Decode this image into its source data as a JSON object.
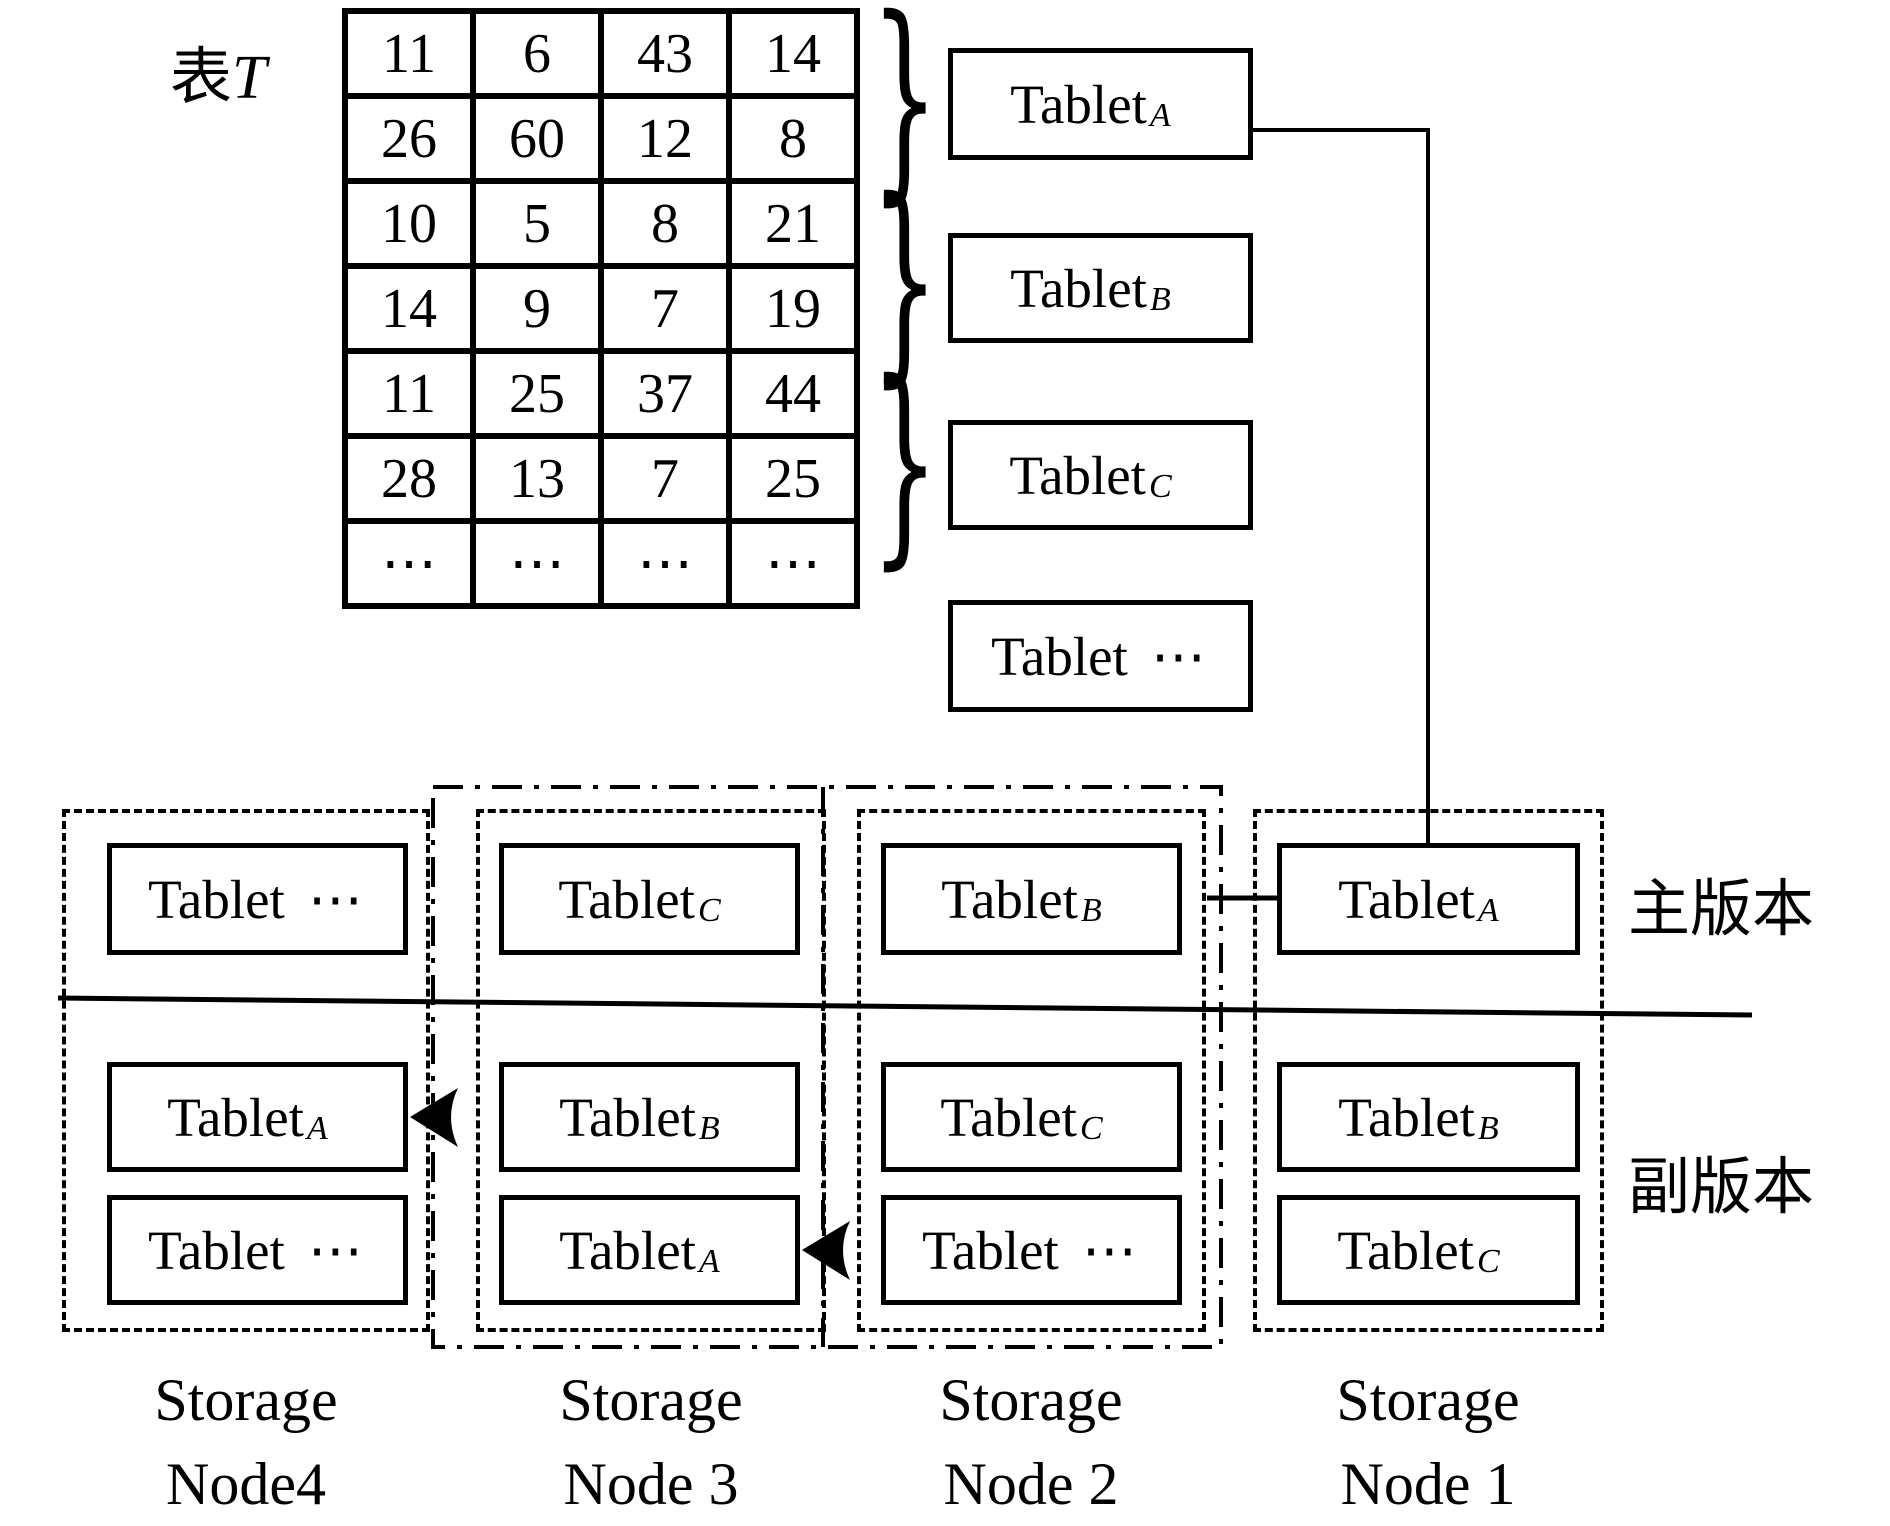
{
  "colors": {
    "ink": "#000000",
    "background": "#ffffff"
  },
  "table": {
    "label_prefix": "表",
    "label_symbol": "T",
    "rows": [
      [
        "11",
        "6",
        "43",
        "14"
      ],
      [
        "26",
        "60",
        "12",
        "8"
      ],
      [
        "10",
        "5",
        "8",
        "21"
      ],
      [
        "14",
        "9",
        "7",
        "19"
      ],
      [
        "11",
        "25",
        "37",
        "44"
      ],
      [
        "28",
        "13",
        "7",
        "25"
      ],
      [
        "⋯",
        "⋯",
        "⋯",
        "⋯"
      ]
    ]
  },
  "brace_glyph": "}",
  "tablet_boxes": {
    "top_a": {
      "base": "Tablet",
      "sub": "A"
    },
    "top_b": {
      "base": "Tablet",
      "sub": "B"
    },
    "top_c": {
      "base": "Tablet",
      "sub": "C"
    },
    "top_dots": {
      "base": "Tablet",
      "suffix": "⋯"
    },
    "n4_primary": {
      "base": "Tablet",
      "suffix": "⋯"
    },
    "n3_primary": {
      "base": "Tablet",
      "sub": "C"
    },
    "n2_primary": {
      "base": "Tablet",
      "sub": "B"
    },
    "n1_primary": {
      "base": "Tablet",
      "sub": "A"
    },
    "n4_replica1": {
      "base": "Tablet",
      "sub": "A"
    },
    "n3_replica1": {
      "base": "Tablet",
      "sub": "B"
    },
    "n2_replica1": {
      "base": "Tablet",
      "sub": "C"
    },
    "n1_replica1": {
      "base": "Tablet",
      "sub": "B"
    },
    "n4_replica2": {
      "base": "Tablet",
      "suffix": "⋯"
    },
    "n3_replica2": {
      "base": "Tablet",
      "sub": "A"
    },
    "n2_replica2": {
      "base": "Tablet",
      "suffix": "⋯"
    },
    "n1_replica2": {
      "base": "Tablet",
      "sub": "C"
    }
  },
  "legend": {
    "primary": "主版本",
    "secondary": "副版本"
  },
  "nodes": [
    {
      "line1": "Storage",
      "line2": "Node4"
    },
    {
      "line1": "Storage",
      "line2": "Node 3"
    },
    {
      "line1": "Storage",
      "line2": "Node 2"
    },
    {
      "line1": "Storage",
      "line2": "Node 1"
    }
  ]
}
